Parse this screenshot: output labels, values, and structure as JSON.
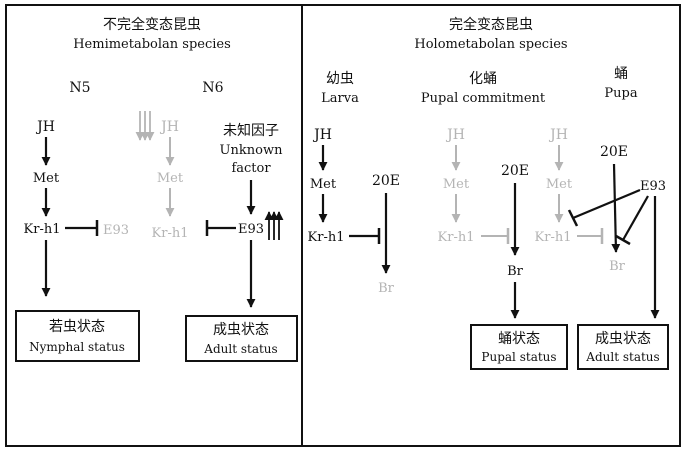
{
  "panels": {
    "hemi": {
      "title_cn": "不完全变态昆虫",
      "title_en": "Hemimetabolan species"
    },
    "holo": {
      "title_cn": "完全变态昆虫",
      "title_en": "Holometabolan species"
    }
  },
  "stages": {
    "n5": "N5",
    "n6": "N6",
    "larva_cn": "幼虫",
    "larva_en": "Larva",
    "pupal_commit_cn": "化蛹",
    "pupal_commit_en": "Pupal commitment",
    "pupa_cn": "蛹",
    "pupa_en": "Pupa"
  },
  "nodes": {
    "jh": "JH",
    "met": "Met",
    "krh1": "Kr-h1",
    "e93": "E93",
    "e20": "20E",
    "br": "Br",
    "unknown_cn": "未知因子",
    "unknown_en1": "Unknown",
    "unknown_en2": "factor"
  },
  "outcomes": {
    "nymphal_cn": "若虫状态",
    "nymphal_en": "Nymphal status",
    "adult_cn": "成虫状态",
    "adult_en": "Adult status",
    "pupal_cn": "蛹状态",
    "pupal_en": "Pupal status"
  },
  "colors": {
    "active": "#111111",
    "inactive": "#b4b4b4"
  }
}
